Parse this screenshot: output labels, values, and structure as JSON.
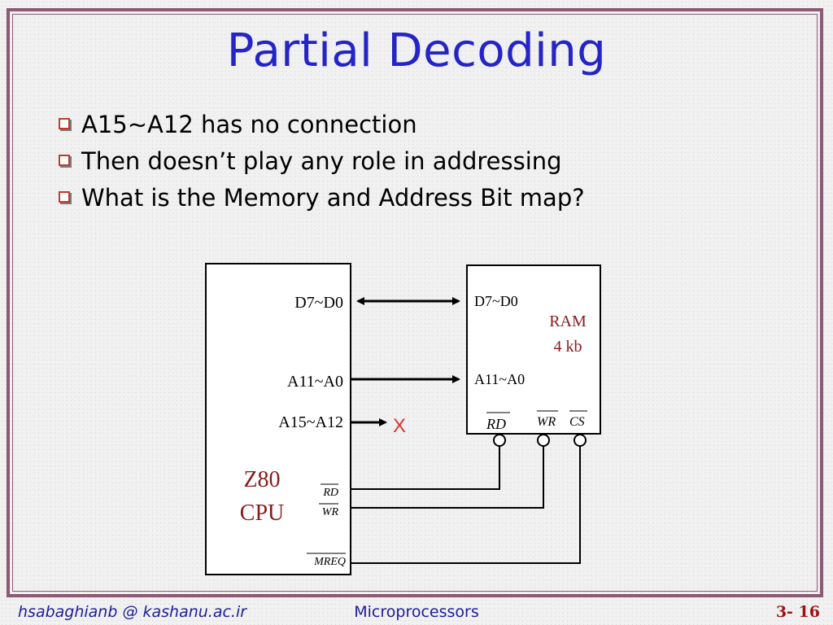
{
  "slide": {
    "title": "Partial Decoding",
    "bullets": [
      "A15~A12 has no connection",
      "Then doesn’t play any role in addressing",
      "What is the Memory and Address Bit map?"
    ]
  },
  "diagram": {
    "cpu": {
      "name_line1": "Z80",
      "name_line2": "CPU",
      "data_bus": "D7~D0",
      "addr_bus": "A11~A0",
      "addr_high": "A15~A12",
      "rd": "RD",
      "wr": "WR",
      "mreq": "MREQ"
    },
    "ram": {
      "name": "RAM",
      "size": "4 kb",
      "data_bus": "D7~D0",
      "addr_bus": "A11~A0",
      "rd": "RD",
      "wr": "WR",
      "cs": "CS"
    },
    "no_connection_mark": "X"
  },
  "footer": {
    "author": "hsabaghianb @ kashanu.ac.ir",
    "course": "Microprocessors",
    "page": "3- 16"
  },
  "colors": {
    "title": "#2424c8",
    "frame": "#8b5a74",
    "chip_label": "#8b1a1a",
    "no_connection": "#e03030",
    "footer_text": "#1c1c9c",
    "page_number": "#a01212"
  }
}
